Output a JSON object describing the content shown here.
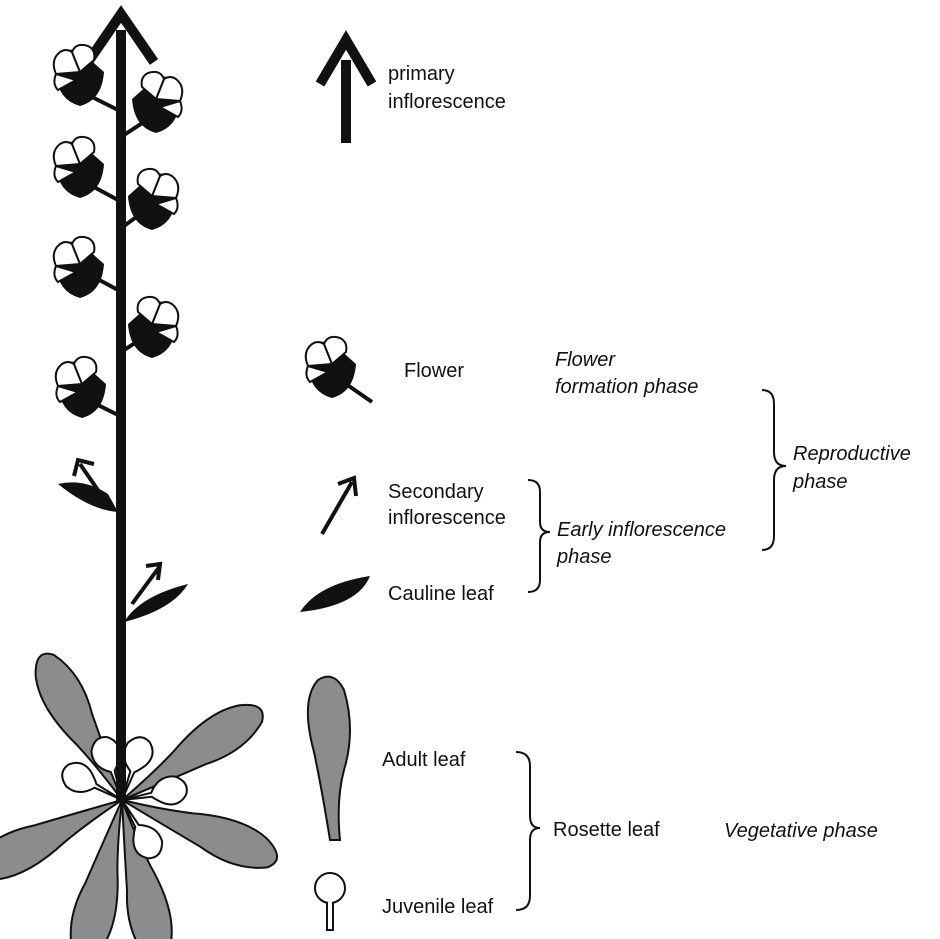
{
  "legend": {
    "primary_inflorescence": [
      "primary",
      "inflorescence"
    ],
    "flower": "Flower",
    "secondary_inflorescence": [
      "Secondary",
      "inflorescence"
    ],
    "cauline_leaf": "Cauline leaf",
    "adult_leaf": "Adult leaf",
    "juvenile_leaf": "Juvenile leaf",
    "rosette_leaf": "Rosette leaf"
  },
  "phases": {
    "flower_formation": [
      "Flower",
      "formation phase"
    ],
    "early_inflorescence": [
      "Early inflorescence",
      "phase"
    ],
    "reproductive": [
      "Reproductive",
      "phase"
    ],
    "vegetative": "Vegetative phase"
  },
  "colors": {
    "ink": "#111111",
    "leaf_fill": "#8c8c8c",
    "juvenile_fill": "#ffffff"
  }
}
